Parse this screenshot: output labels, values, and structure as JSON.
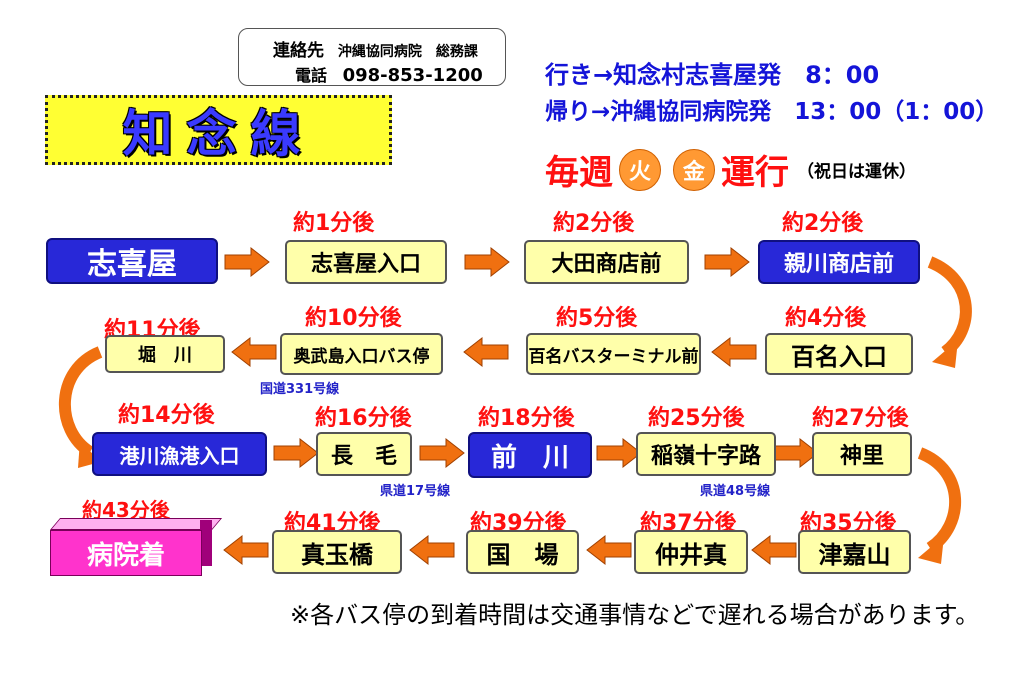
{
  "contact": {
    "label": "連絡先",
    "org": "沖縄協同病院",
    "dept": "総務課",
    "tel_label": "電話",
    "tel": "098-853-1200"
  },
  "title": "知念線",
  "schedule": {
    "outbound": "行き→知念村志喜屋発　8：00",
    "inbound": "帰り→沖縄協同病院発　13：00（1：00）"
  },
  "weekly": {
    "prefix": "毎週",
    "day1": "火",
    "day2": "金",
    "suffix": "運行",
    "note": "（祝日は運休）"
  },
  "stops": {
    "s1": {
      "name": "志喜屋"
    },
    "s2": {
      "name": "志喜屋入口",
      "time": "約1分後"
    },
    "s3": {
      "name": "大田商店前",
      "time": "約2分後"
    },
    "s4": {
      "name": "親川商店前",
      "time": "約2分後"
    },
    "s5": {
      "name": "百名入口",
      "time": "約4分後"
    },
    "s6": {
      "name": "百名バスターミナル前",
      "time": "約5分後"
    },
    "s7": {
      "name": "奥武島入口バス停",
      "time": "約10分後"
    },
    "s8": {
      "name": "堀　川",
      "time": "約11分後"
    },
    "s9": {
      "name": "港川漁港入口",
      "time": "約14分後"
    },
    "s10": {
      "name": "長　毛",
      "time": "約16分後"
    },
    "s11": {
      "name": "前　川",
      "time": "約18分後"
    },
    "s12": {
      "name": "稲嶺十字路",
      "time": "約25分後"
    },
    "s13": {
      "name": "神里",
      "time": "約27分後"
    },
    "s14": {
      "name": "津嘉山",
      "time": "約35分後"
    },
    "s15": {
      "name": "仲井真",
      "time": "約37分後"
    },
    "s16": {
      "name": "国　場",
      "time": "約39分後"
    },
    "s17": {
      "name": "真玉橋",
      "time": "約41分後"
    },
    "s18": {
      "name": "病院着",
      "time": "約43分後"
    }
  },
  "roads": {
    "r1": "国道331号線",
    "r2": "県道17号線",
    "r3": "県道48号線"
  },
  "footer": "※各バス停の到着時間は交通事情などで遅れる場合があります。",
  "colors": {
    "stop_yellow": "#ffffaa",
    "stop_blue": "#2828d8",
    "time_red": "#ff1010",
    "arrow_orange": "#f07010",
    "hospital_pink": "#ff33cc"
  }
}
